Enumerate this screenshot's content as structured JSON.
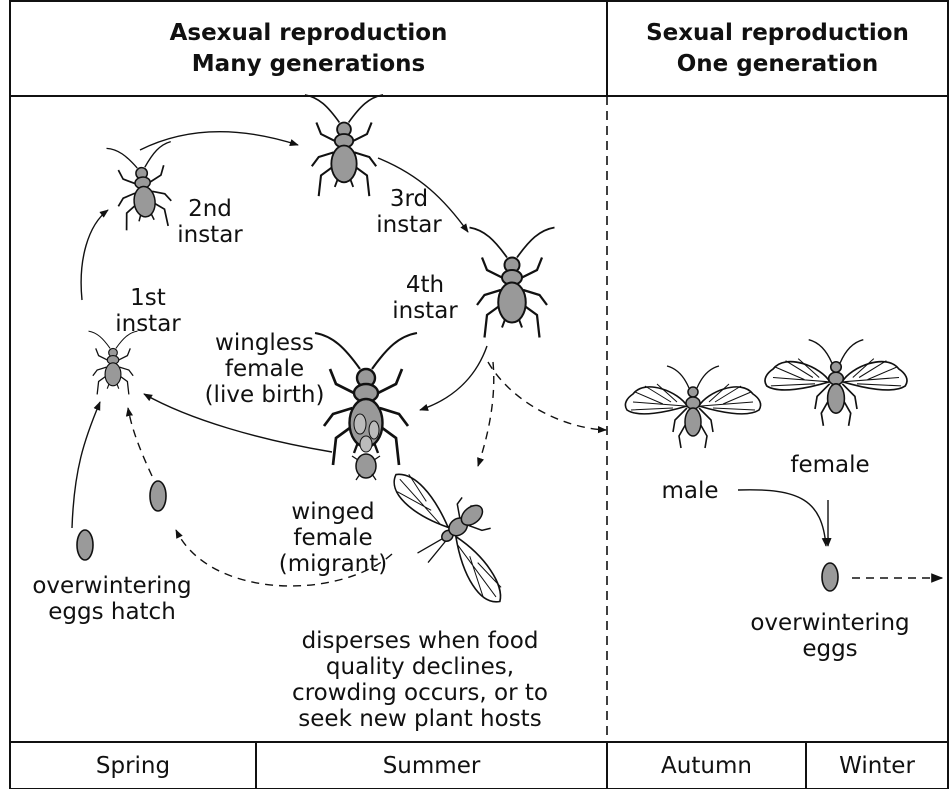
{
  "headers": {
    "asexual": {
      "line1": "Asexual reproduction",
      "line2": "Many generations"
    },
    "sexual": {
      "line1": "Sexual reproduction",
      "line2": "One generation"
    }
  },
  "labels": {
    "first_instar": {
      "line1": "1st",
      "line2": "instar"
    },
    "second_instar": {
      "line1": "2nd",
      "line2": "instar"
    },
    "third_instar": {
      "line1": "3rd",
      "line2": "instar"
    },
    "fourth_instar": {
      "line1": "4th",
      "line2": "instar"
    },
    "wingless_female": {
      "line1": "wingless",
      "line2": "female",
      "line3": "(live birth)"
    },
    "winged_female": {
      "line1": "winged",
      "line2": "female",
      "line3": "(migrant)"
    },
    "overwintering_eggs_hatch": {
      "line1": "overwintering",
      "line2": "eggs hatch"
    },
    "disperses": {
      "line1": "disperses when food",
      "line2": "quality declines,",
      "line3": "crowding occurs, or to",
      "line4": "seek new plant hosts"
    },
    "male": "male",
    "female": "female",
    "overwintering_eggs": {
      "line1": "overwintering",
      "line2": "eggs"
    }
  },
  "seasons": [
    "Spring",
    "Summer",
    "Autumn",
    "Winter"
  ],
  "colors": {
    "insect_fill": "#999999",
    "egg_fill": "#9a9a9a",
    "line": "#111111"
  }
}
